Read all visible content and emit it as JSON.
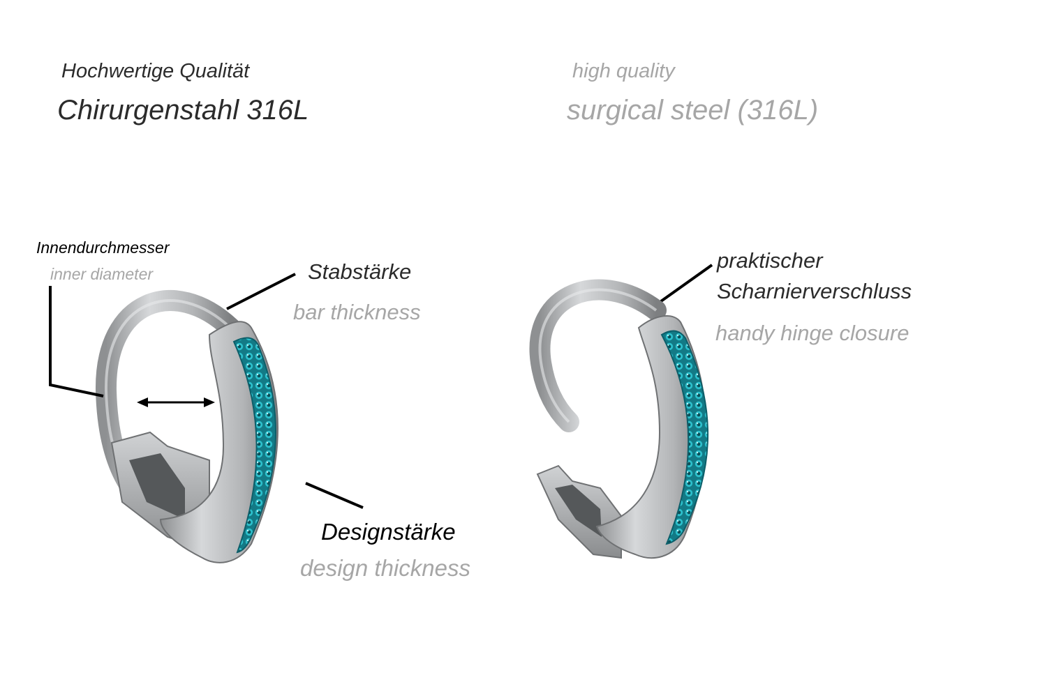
{
  "header": {
    "quality_de": "Hochwertige Qualität",
    "material_de": "Chirurgenstahl 316L",
    "quality_en": "high quality",
    "material_en": "surgical steel (316L)"
  },
  "labels": {
    "inner_diameter_de": "Innendurchmesser",
    "inner_diameter_en": "inner diameter",
    "bar_thickness_de": "Stabstärke",
    "bar_thickness_en": "bar thickness",
    "design_thickness_de": "Designstärke",
    "design_thickness_en": "design thickness",
    "hinge_de_line1": "praktischer",
    "hinge_de_line2": "Scharnierverschluss",
    "hinge_en": "handy hinge closure"
  },
  "colors": {
    "steel": "#bfc1c3",
    "steel_dark": "#6f7173",
    "crystal": "#1fa3b0",
    "crystal_dark": "#0c5e69",
    "text_dark": "#2b2b2b",
    "text_gray": "#a6a6a6"
  }
}
